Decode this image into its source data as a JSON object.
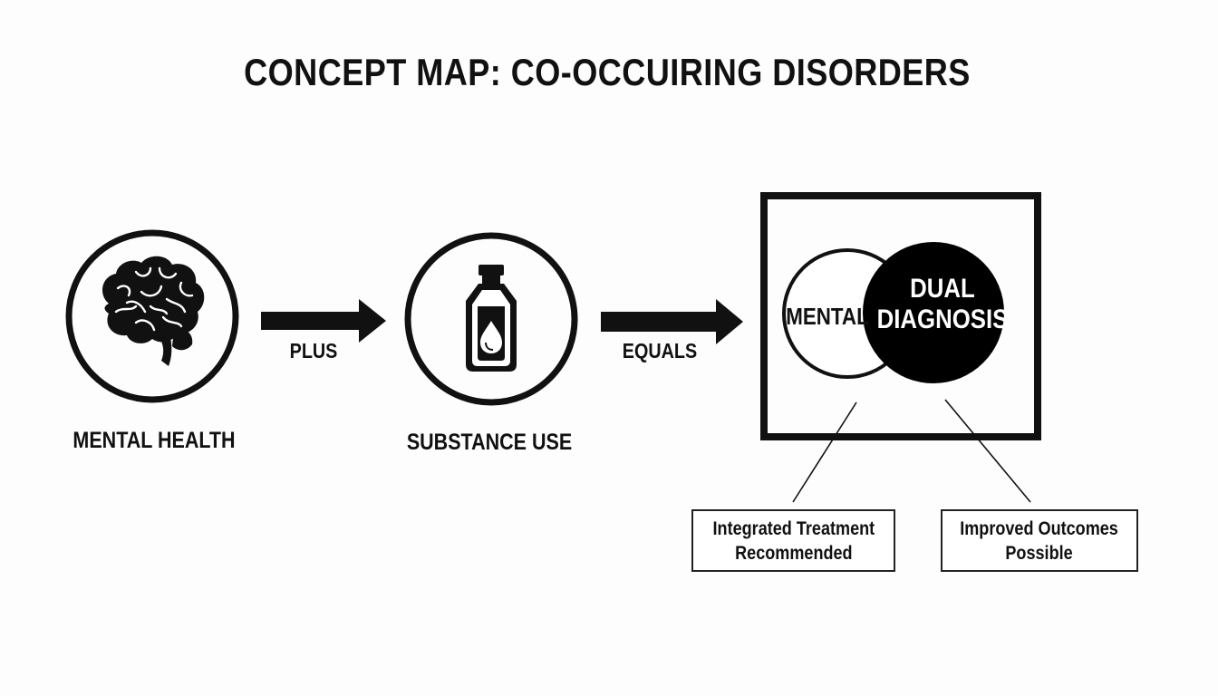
{
  "title": "CONCEPT MAP: CO-OCCUIRING DISORDERS",
  "nodes": {
    "mental_health": {
      "label": "MENTAL HEALTH",
      "icon": "brain-icon"
    },
    "substance_use": {
      "label": "SUBSTANCE USE",
      "icon": "bottle-drop-icon"
    }
  },
  "connectors": {
    "plus": "PLUS",
    "equals": "EQUALS"
  },
  "venn": {
    "left_label": "MENTAL",
    "right_label_line1": "DUAL",
    "right_label_line2": "DIAGNOSIS"
  },
  "outcomes": {
    "integrated_line1": "Integrated Treatment",
    "integrated_line2": "Recommended",
    "improved_line1": "Improved Outcomes",
    "improved_line2": "Possible"
  },
  "colors": {
    "ink": "#111111",
    "background": "#fdfdfd",
    "highlight_fill": "#000000"
  }
}
